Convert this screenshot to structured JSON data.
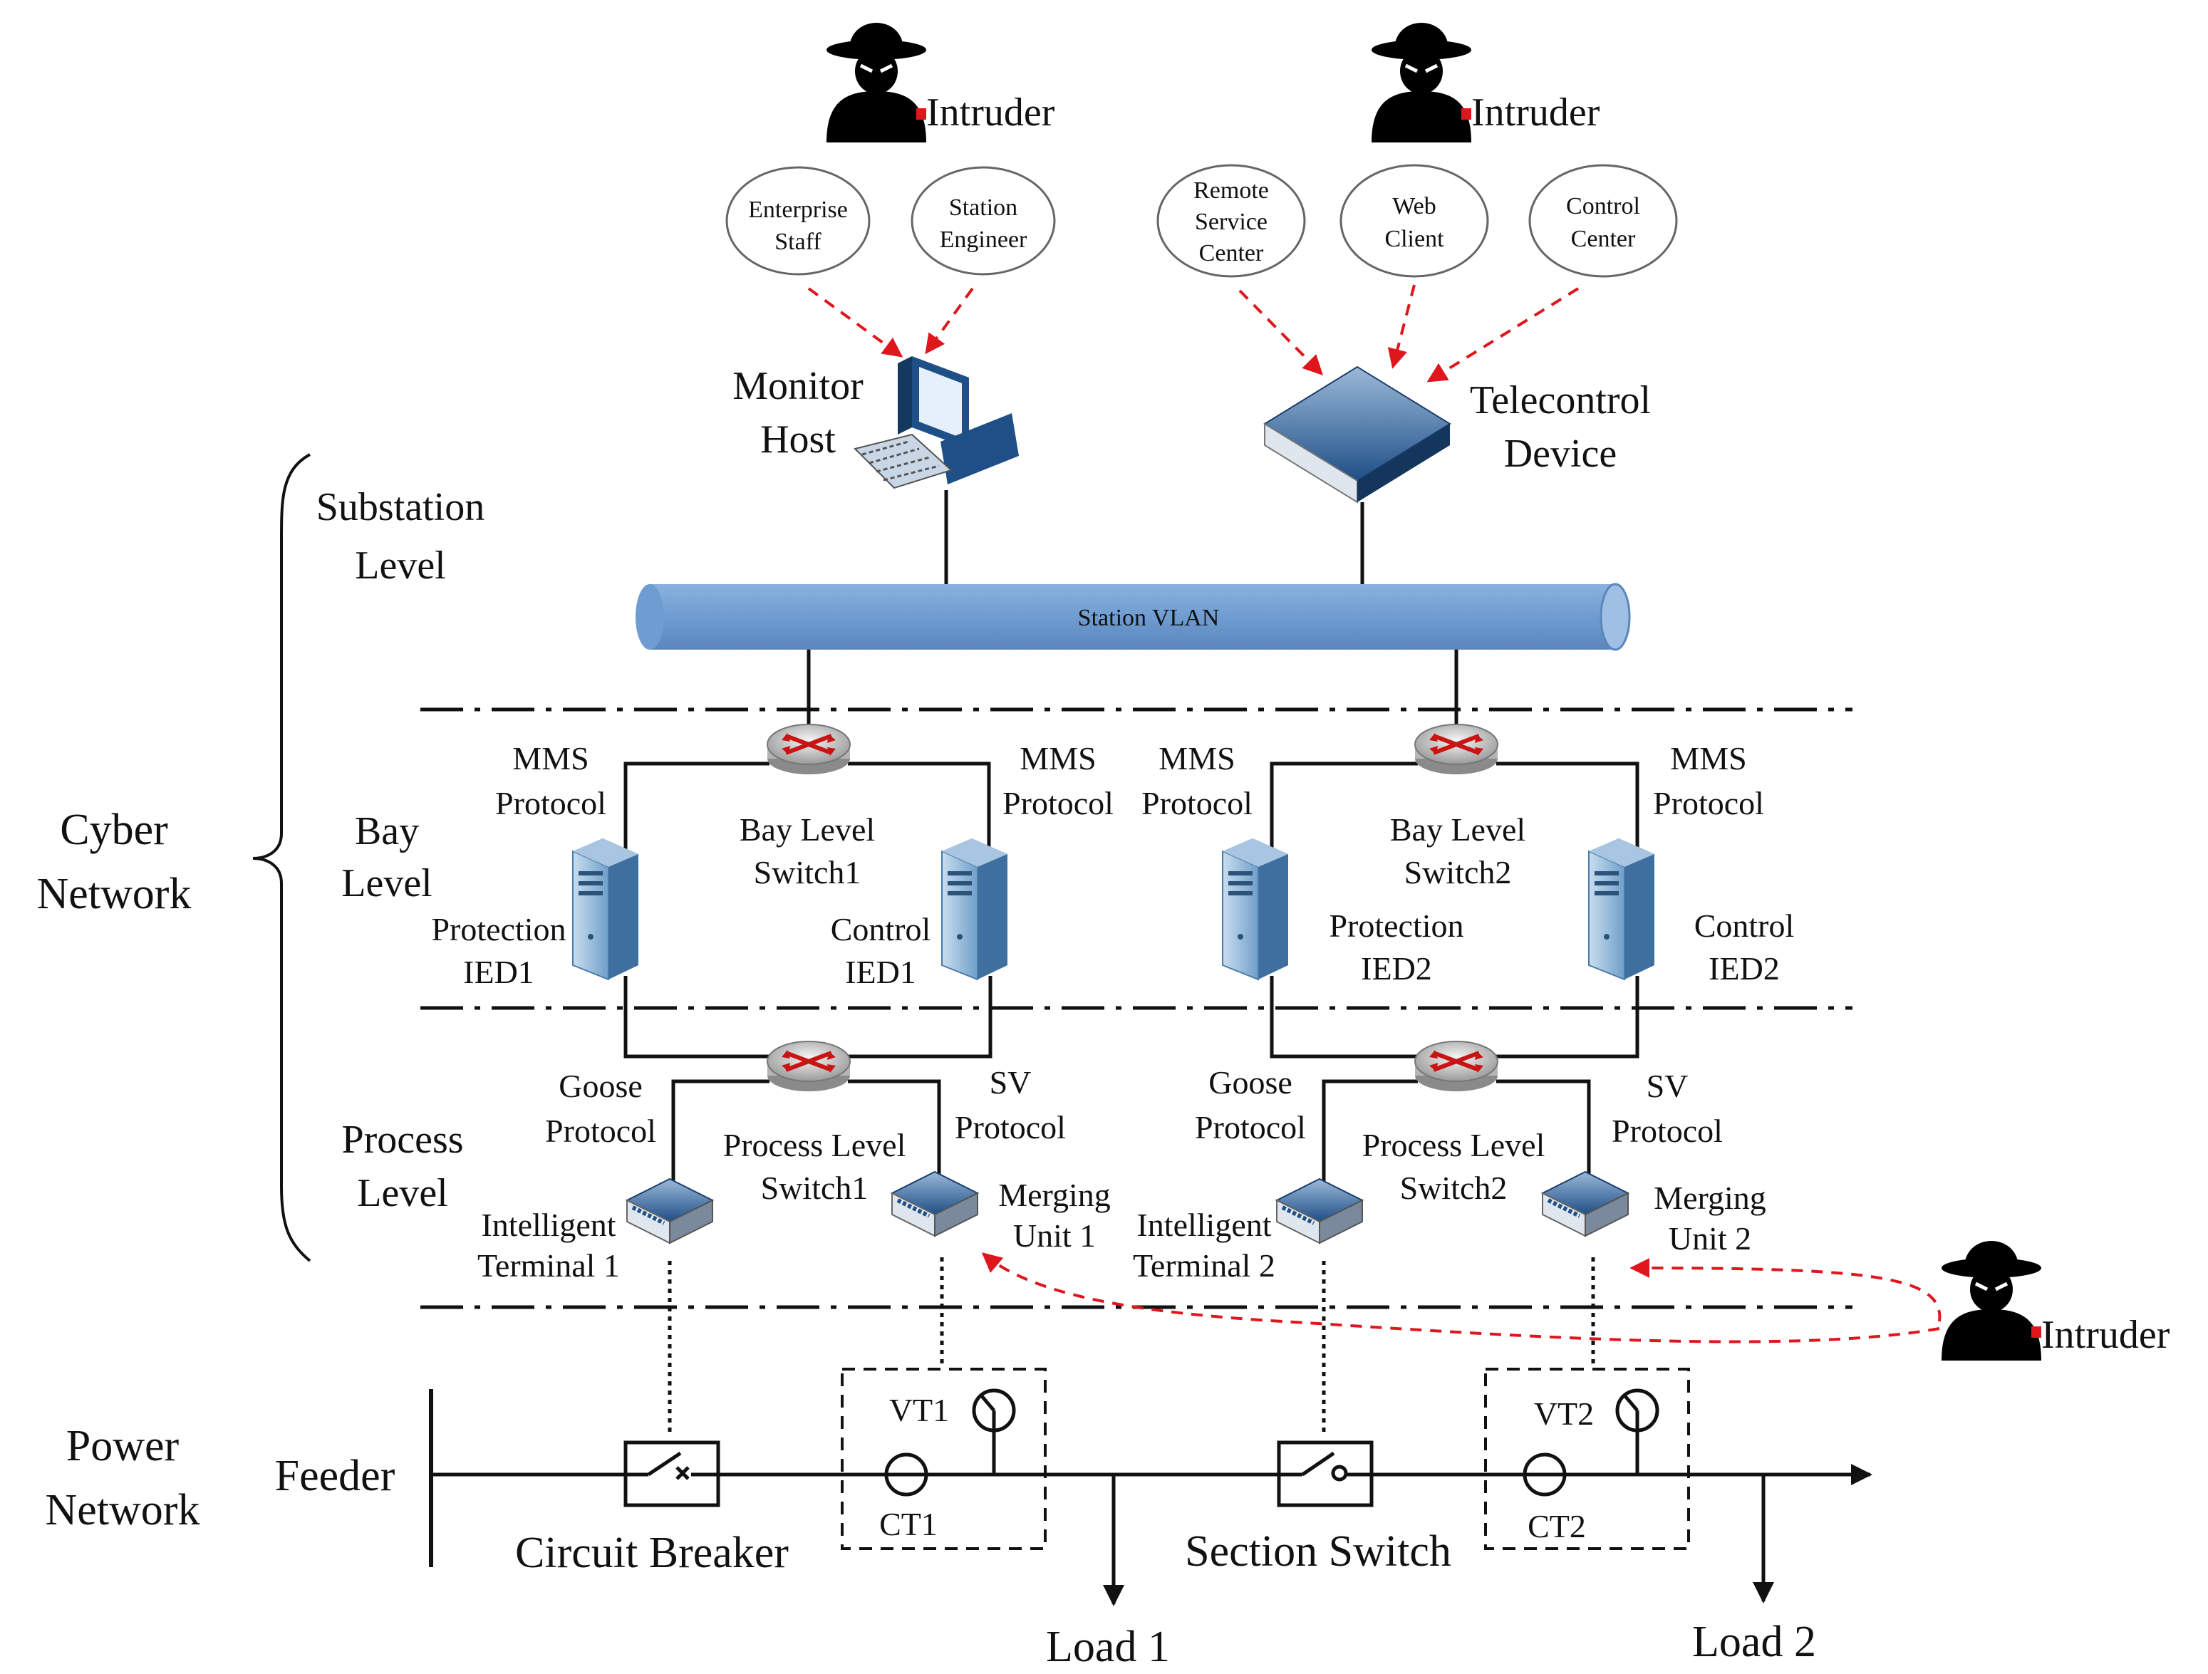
{
  "intruders": {
    "top_left": "Intruder",
    "top_right": "Intruder",
    "right": "Intruder"
  },
  "sources": {
    "enterprise_staff": [
      "Enterprise",
      "Staff"
    ],
    "station_engineer": [
      "Station",
      "Engineer"
    ],
    "remote_service_center": [
      "Remote",
      "Service",
      "Center"
    ],
    "web_client": [
      "Web",
      "Client"
    ],
    "control_center": [
      "Control",
      "Center"
    ]
  },
  "devices": {
    "monitor_host": [
      "Monitor",
      "Host"
    ],
    "telecontrol_device": [
      "Telecontrol",
      "Device"
    ],
    "station_vlan": "Station VLAN",
    "bay_switch1": [
      "Bay Level",
      "Switch1"
    ],
    "bay_switch2": [
      "Bay Level",
      "Switch2"
    ],
    "protection_ied1": [
      "Protection",
      "IED1"
    ],
    "control_ied1": [
      "Control",
      "IED1"
    ],
    "protection_ied2": [
      "Protection",
      "IED2"
    ],
    "control_ied2": [
      "Control",
      "IED2"
    ],
    "process_switch1": [
      "Process Level",
      "Switch1"
    ],
    "process_switch2": [
      "Process Level",
      "Switch2"
    ],
    "intelligent_terminal1": [
      "Intelligent",
      "Terminal 1"
    ],
    "intelligent_terminal2": [
      "Intelligent",
      "Terminal 2"
    ],
    "merging_unit1": [
      "Merging",
      "Unit 1"
    ],
    "merging_unit2": [
      "Merging",
      "Unit 2"
    ]
  },
  "protocols": {
    "mms": [
      "MMS",
      "Protocol"
    ],
    "goose": [
      "Goose",
      "Protocol"
    ],
    "sv": [
      "SV",
      "Protocol"
    ]
  },
  "levels": {
    "substation": [
      "Substation",
      "Level"
    ],
    "bay": [
      "Bay",
      "Level"
    ],
    "process": [
      "Process",
      "Level"
    ],
    "cyber_network": [
      "Cyber",
      "Network"
    ],
    "power_network": [
      "Power",
      "Network"
    ]
  },
  "power": {
    "feeder": "Feeder",
    "circuit_breaker": "Circuit Breaker",
    "section_switch": "Section Switch",
    "vt1": "VT1",
    "ct1": "CT1",
    "vt2": "VT2",
    "ct2": "CT2",
    "load1": "Load 1",
    "load2": "Load 2"
  },
  "colors": {
    "attack_arrow": "#e0161d",
    "vlan_fill": "#6f9cd1",
    "device_blue": "#1f4f87",
    "line": "#111111"
  }
}
